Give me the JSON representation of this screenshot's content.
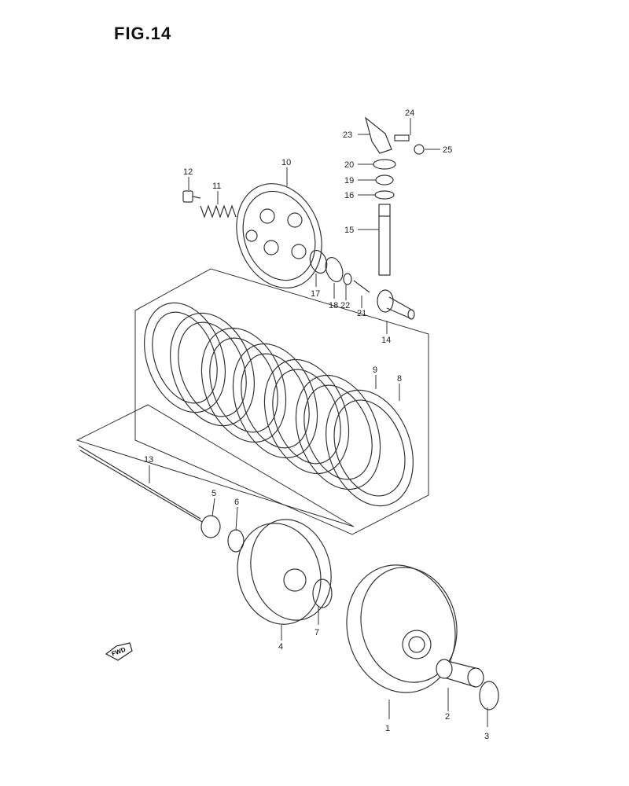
{
  "figure": {
    "title": "FIG.14"
  },
  "fwd_badge": "FWD",
  "callouts": [
    {
      "id": "p1",
      "label": "1"
    },
    {
      "id": "p2",
      "label": "2"
    },
    {
      "id": "p3",
      "label": "3"
    },
    {
      "id": "p4",
      "label": "4"
    },
    {
      "id": "p5",
      "label": "5"
    },
    {
      "id": "p6",
      "label": "6"
    },
    {
      "id": "p7",
      "label": "7"
    },
    {
      "id": "p8",
      "label": "8"
    },
    {
      "id": "p9",
      "label": "9"
    },
    {
      "id": "p10",
      "label": "10"
    },
    {
      "id": "p11",
      "label": "11"
    },
    {
      "id": "p12",
      "label": "12"
    },
    {
      "id": "p13",
      "label": "13"
    },
    {
      "id": "p14",
      "label": "14"
    },
    {
      "id": "p15",
      "label": "15"
    },
    {
      "id": "p16",
      "label": "16"
    },
    {
      "id": "p17",
      "label": "17"
    },
    {
      "id": "p18",
      "label": "18"
    },
    {
      "id": "p19",
      "label": "19"
    },
    {
      "id": "p20",
      "label": "20"
    },
    {
      "id": "p21",
      "label": "21"
    },
    {
      "id": "p22",
      "label": "22"
    },
    {
      "id": "p23",
      "label": "23"
    },
    {
      "id": "p24",
      "label": "24"
    },
    {
      "id": "p25",
      "label": "25"
    }
  ]
}
